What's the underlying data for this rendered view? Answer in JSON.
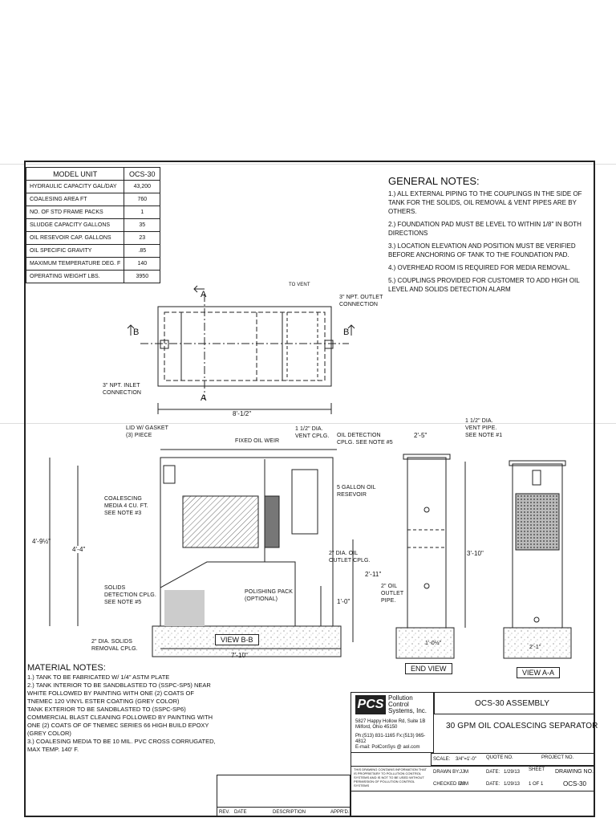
{
  "spec_table": {
    "header": {
      "label": "MODEL UNIT",
      "value": "OCS-30"
    },
    "rows": [
      {
        "label": "HYDRAULIC CAPACITY GAL/DAY",
        "value": "43,200"
      },
      {
        "label": "COALESING AREA FT",
        "value": "760"
      },
      {
        "label": "NO. OF STD FRAME PACKS",
        "value": "1"
      },
      {
        "label": "SLUDGE CAPACITY GALLONS",
        "value": "35"
      },
      {
        "label": "OIL RESEVOIR CAP. GALLONS",
        "value": "23"
      },
      {
        "label": "OIL SPECIFIC GRAVITY",
        "value": ".85"
      },
      {
        "label": "MAXIMUM TEMPERATURE DEG. F",
        "value": "140"
      },
      {
        "label": "OPERATING WEIGHT LBS.",
        "value": "3950"
      }
    ]
  },
  "general_notes": {
    "title": "GENERAL NOTES:",
    "items": [
      "1.) ALL EXTERNAL PIPING TO THE COUPLINGS IN THE SIDE OF TANK FOR THE SOLIDS, OIL REMOVAL & VENT PIPES ARE BY OTHERS.",
      "2.) FOUNDATION PAD MUST BE LEVEL TO WITHIN 1/8\" IN BOTH DIRECTIONS",
      "3.) LOCATION ELEVATION AND POSITION MUST BE VERIFIED BEFORE ANCHORING OF TANK TO THE FOUNDATION PAD.",
      "4.) OVERHEAD ROOM IS REQUIRED FOR MEDIA REMOVAL.",
      "5.) COUPLINGS PROVIDED FOR CUSTOMER TO ADD HIGH OIL LEVEL AND SOLIDS DETECTION ALARM"
    ]
  },
  "plan_view": {
    "section_a": "A",
    "section_b": "B",
    "to_vent": "TO VENT",
    "outlet": "3\" NPT. OUTLET CONNECTION",
    "inlet": "3\" NPT. INLET CONNECTION",
    "length": "8'-1/2\""
  },
  "section_view": {
    "lid": "LID W/ GASKET (3) PIECE",
    "fixed_weir": "FIXED OIL WEIR",
    "vent_cplg": "1 1/2\" DIA. VENT CPLG.",
    "oil_detection": "OIL DETECTION CPLG. SEE NOTE #5",
    "reservoir": "5 GALLON OIL RESEVOIR",
    "media": "COALESCING MEDIA 4 CU. FT. SEE NOTE #3",
    "outlet_cplg": "2\" DIA. OIL OUTLET CPLG.",
    "solids_detection": "SOLIDS DETECTION CPLG. SEE NOTE #5",
    "polishing": "POLISHING PACK (OPTIONAL)",
    "solids_removal": "2\" DIA. SOLIDS REMOVAL CPLG.",
    "h_total": "4'-9½\"",
    "h_inner": "4'-4\"",
    "h_outlet": "2'-11\"",
    "h_low": "1'-0\"",
    "width": "7'-10\"",
    "label": "VIEW B-B"
  },
  "end_view": {
    "top_width": "2'-5\"",
    "vent_pipe": "1 1/2\" DIA. VENT PIPE. SEE NOTE #1",
    "height": "3'-10\"",
    "outlet_pipe": "2\" OIL OUTLET PIPE.",
    "base_width": "1'-0½\"",
    "label": "END VIEW"
  },
  "view_aa": {
    "base_width": "2'-1\"",
    "label": "VIEW A-A"
  },
  "material_notes": {
    "title": "MATERIAL NOTES:",
    "items": [
      "1.) TANK TO BE FABRICATED W/ 1/4\" ASTM PLATE",
      "2.) TANK INTERIOR TO BE SANDBLASTED TO (SSPC-SP5) NEAR WHITE FOLLOWED BY PAINTING WITH ONE (2) COATS OF TNEMEC 120 VINYL ESTER COATING (GREY COLOR)",
      "TANK EXTERIOR TO BE SANDBLASTED TO (SSPC-SP6) COMMERCIAL BLAST CLEANING FOLLOWED BY PAINTING WITH ONE (2) COATS OF OF TNEMEC SERIES 66 HIGH BUILD EPOXY (GREY COLOR)",
      "3.) COALESING MEDIA TO BE 10 MIL. PVC CROSS CORRUGATED, MAX TEMP. 140' F."
    ]
  },
  "title_block": {
    "logo": "PCS",
    "company": "Pollution Control Systems, Inc.",
    "address": "5827 Happy Hollow Rd, Suite 1B Milford, Ohio 45150",
    "phone": "Ph:(513) 831-1165 Fx:(513) 965-4812",
    "email": "E-mail: PolConSys @ aol.com",
    "drawing_title": "OCS-30 ASSEMBLY",
    "drawing_subtitle": "30 GPM OIL COALESCING SEPARATOR",
    "scale_label": "SCALE:",
    "scale": "3/4\"=1'-0\"",
    "quote_label": "QUOTE NO.",
    "project_label": "PROJECT NO.",
    "drawn_label": "DRAWN BY:",
    "drawn": "JJM",
    "date_label": "DATE:",
    "date1": "1/29/13",
    "date2": "1/29/13",
    "sheet_label": "SHEET",
    "sheet": "1 OF 1",
    "checked_label": "CHECKED BY:",
    "checked": "JJM",
    "drawing_no_label": "DRAWING NO.",
    "drawing_no": "OCS-30",
    "proprietary": "THIS DRAWING CONTAINS INFORMATION THAT IS PROPRIETARY TO POLLUTION CONTROL SYSTEMS AND IS NOT TO BE USED WITHOUT PERMISSION OF POLLUTION CONTROL SYSTEMS",
    "rev_headers": [
      "REV.",
      "DATE",
      "DESCRIPTION",
      "APPR'D."
    ]
  }
}
